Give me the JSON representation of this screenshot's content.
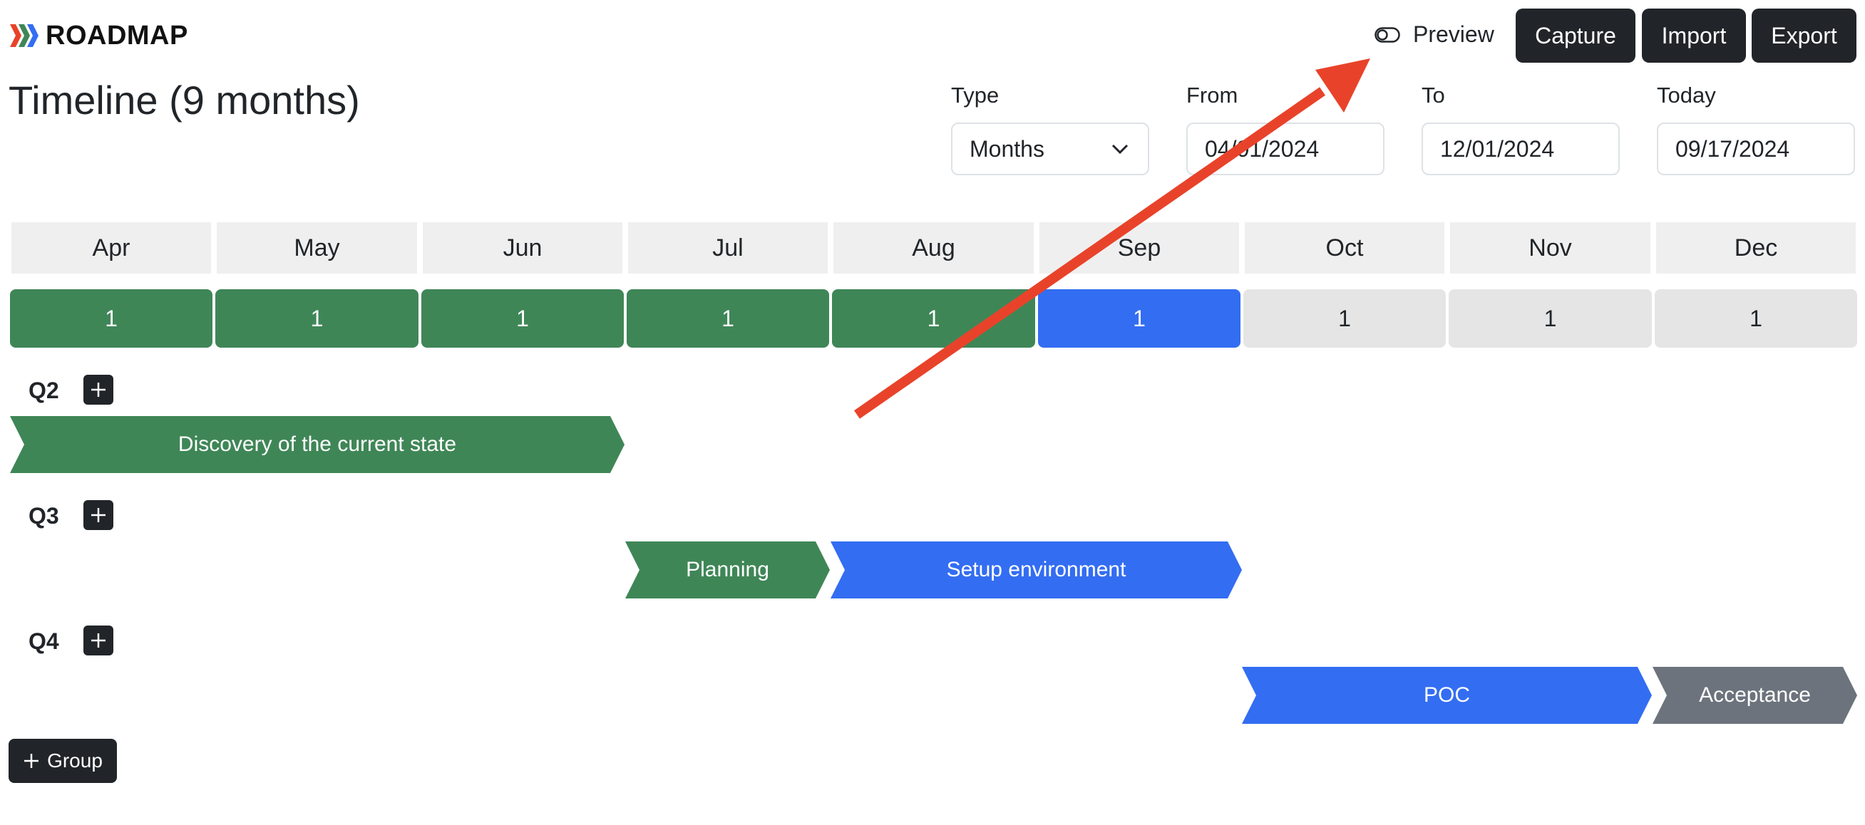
{
  "app": {
    "logo_text": "ROADMAP",
    "title": "Timeline (9 months)"
  },
  "toolbar": {
    "preview_label": "Preview",
    "capture_label": "Capture",
    "import_label": "Import",
    "export_label": "Export"
  },
  "filters": {
    "type_label": "Type",
    "type_value": "Months",
    "from_label": "From",
    "from_value": "04/01/2024",
    "to_label": "To",
    "to_value": "12/01/2024",
    "today_label": "Today",
    "today_value": "09/17/2024"
  },
  "months": [
    {
      "label": "Apr",
      "count": "1",
      "status": "past"
    },
    {
      "label": "May",
      "count": "1",
      "status": "past"
    },
    {
      "label": "Jun",
      "count": "1",
      "status": "past"
    },
    {
      "label": "Jul",
      "count": "1",
      "status": "past"
    },
    {
      "label": "Aug",
      "count": "1",
      "status": "past"
    },
    {
      "label": "Sep",
      "count": "1",
      "status": "current"
    },
    {
      "label": "Oct",
      "count": "1",
      "status": "future"
    },
    {
      "label": "Nov",
      "count": "1",
      "status": "future"
    },
    {
      "label": "Dec",
      "count": "1",
      "status": "future"
    }
  ],
  "groups": [
    {
      "name": "Q2",
      "tasks": [
        {
          "label": "Discovery of the current state",
          "status": "done"
        }
      ]
    },
    {
      "name": "Q3",
      "tasks": [
        {
          "label": "Planning",
          "status": "done"
        },
        {
          "label": "Setup environment",
          "status": "active"
        }
      ]
    },
    {
      "name": "Q4",
      "tasks": [
        {
          "label": "POC",
          "status": "active"
        },
        {
          "label": "Acceptance",
          "status": "pending"
        }
      ]
    }
  ],
  "add_group_label": "Group",
  "colors": {
    "done": "#3f8657",
    "active": "#336df2",
    "pending": "#6c737c",
    "future_cell": "#e5e5e5",
    "dark": "#212529",
    "annotation_arrow": "#e8432a"
  },
  "icons": {
    "logo": "roadmap-logo-icon",
    "preview": "toggle-icon",
    "type_select": "chevron-down-icon",
    "add": "plus-icon"
  }
}
